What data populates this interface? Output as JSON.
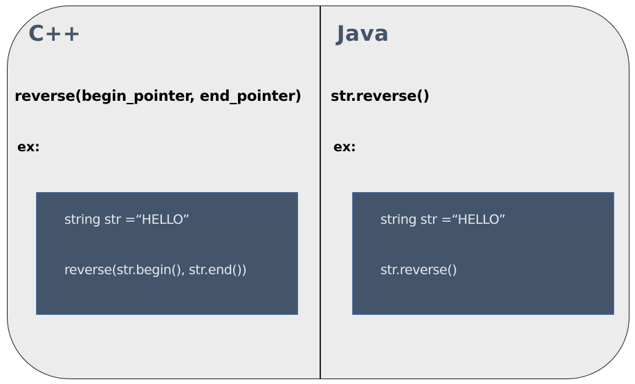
{
  "colors": {
    "panel_background": "#ececec",
    "border": "#1f1f1f",
    "title_color": "#44546a",
    "code_box_background": "#44546a",
    "code_text_color": "#e4e8ee"
  },
  "panels": [
    {
      "language": "C++",
      "syntax": "reverse(begin_pointer,  end_pointer)",
      "example_label": "ex:",
      "code_lines": [
        "string str =“HELLO”",
        "reverse(str.begin(), str.end())"
      ]
    },
    {
      "language": "Java",
      "syntax": "str.reverse()",
      "example_label": "ex:",
      "code_lines": [
        "string str =“HELLO”",
        "str.reverse()"
      ]
    }
  ]
}
